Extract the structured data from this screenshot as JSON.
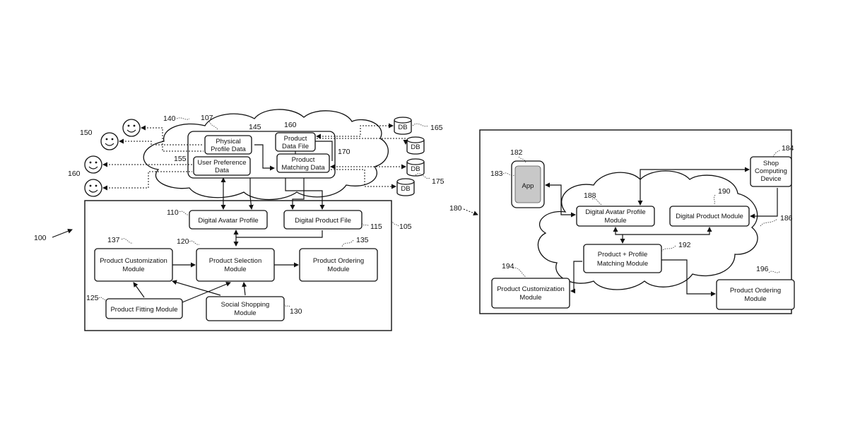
{
  "left_diagram": {
    "system_ref": "100",
    "cloud_ref": "107",
    "frame_ref": "105",
    "users": [
      {
        "ref": "150"
      },
      {
        "ref": "140"
      },
      {
        "ref": "160"
      }
    ],
    "cloud_boxes": {
      "physical_profile": {
        "label_1": "Physical",
        "label_2": "Profile Data",
        "ref": "145"
      },
      "user_preference": {
        "label_1": "User Preference",
        "label_2": "Data",
        "ref": "155"
      },
      "product_data_file": {
        "label_1": "Product",
        "label_2": "Data File",
        "ref": "160"
      },
      "product_matching": {
        "label_1": "Product",
        "label_2": "Matching Data",
        "ref": "170"
      }
    },
    "databases": [
      {
        "label": "DB",
        "ref": "165"
      },
      {
        "label": "DB"
      },
      {
        "label": "DB",
        "ref": "175"
      },
      {
        "label": "DB"
      }
    ],
    "modules": {
      "avatar_profile": {
        "label": "Digital Avatar Profile",
        "ref": "110"
      },
      "product_file": {
        "label": "Digital Product File",
        "ref": "115"
      },
      "selection": {
        "label_1": "Product Selection",
        "label_2": "Module",
        "ref": "120"
      },
      "customization": {
        "label_1": "Product Customization",
        "label_2": "Module",
        "ref": "137"
      },
      "ordering": {
        "label_1": "Product Ordering",
        "label_2": "Module",
        "ref": "135"
      },
      "fitting": {
        "label": "Product Fitting Module",
        "ref": "125"
      },
      "social": {
        "label_1": "Social Shopping",
        "label_2": "Module",
        "ref": "130"
      }
    }
  },
  "right_diagram": {
    "system_ref": "180",
    "cloud_ref": "186",
    "app": {
      "label": "App",
      "device_ref": "182",
      "app_ref": "183"
    },
    "shop_device": {
      "label_1": "Shop",
      "label_2": "Computing",
      "label_3": "Device",
      "ref": "184"
    },
    "avatar_module": {
      "label_1": "Digital Avatar Profile",
      "label_2": "Module",
      "ref": "188"
    },
    "product_module": {
      "label": "Digital Product Module",
      "ref": "190"
    },
    "matching_module": {
      "label_1": "Product + Profile",
      "label_2": "Matching Module",
      "ref": "192"
    },
    "customization_module": {
      "label_1": "Product Customization",
      "label_2": "Module",
      "ref": "194"
    },
    "ordering_module": {
      "label_1": "Product Ordering",
      "label_2": "Module",
      "ref": "196"
    }
  }
}
